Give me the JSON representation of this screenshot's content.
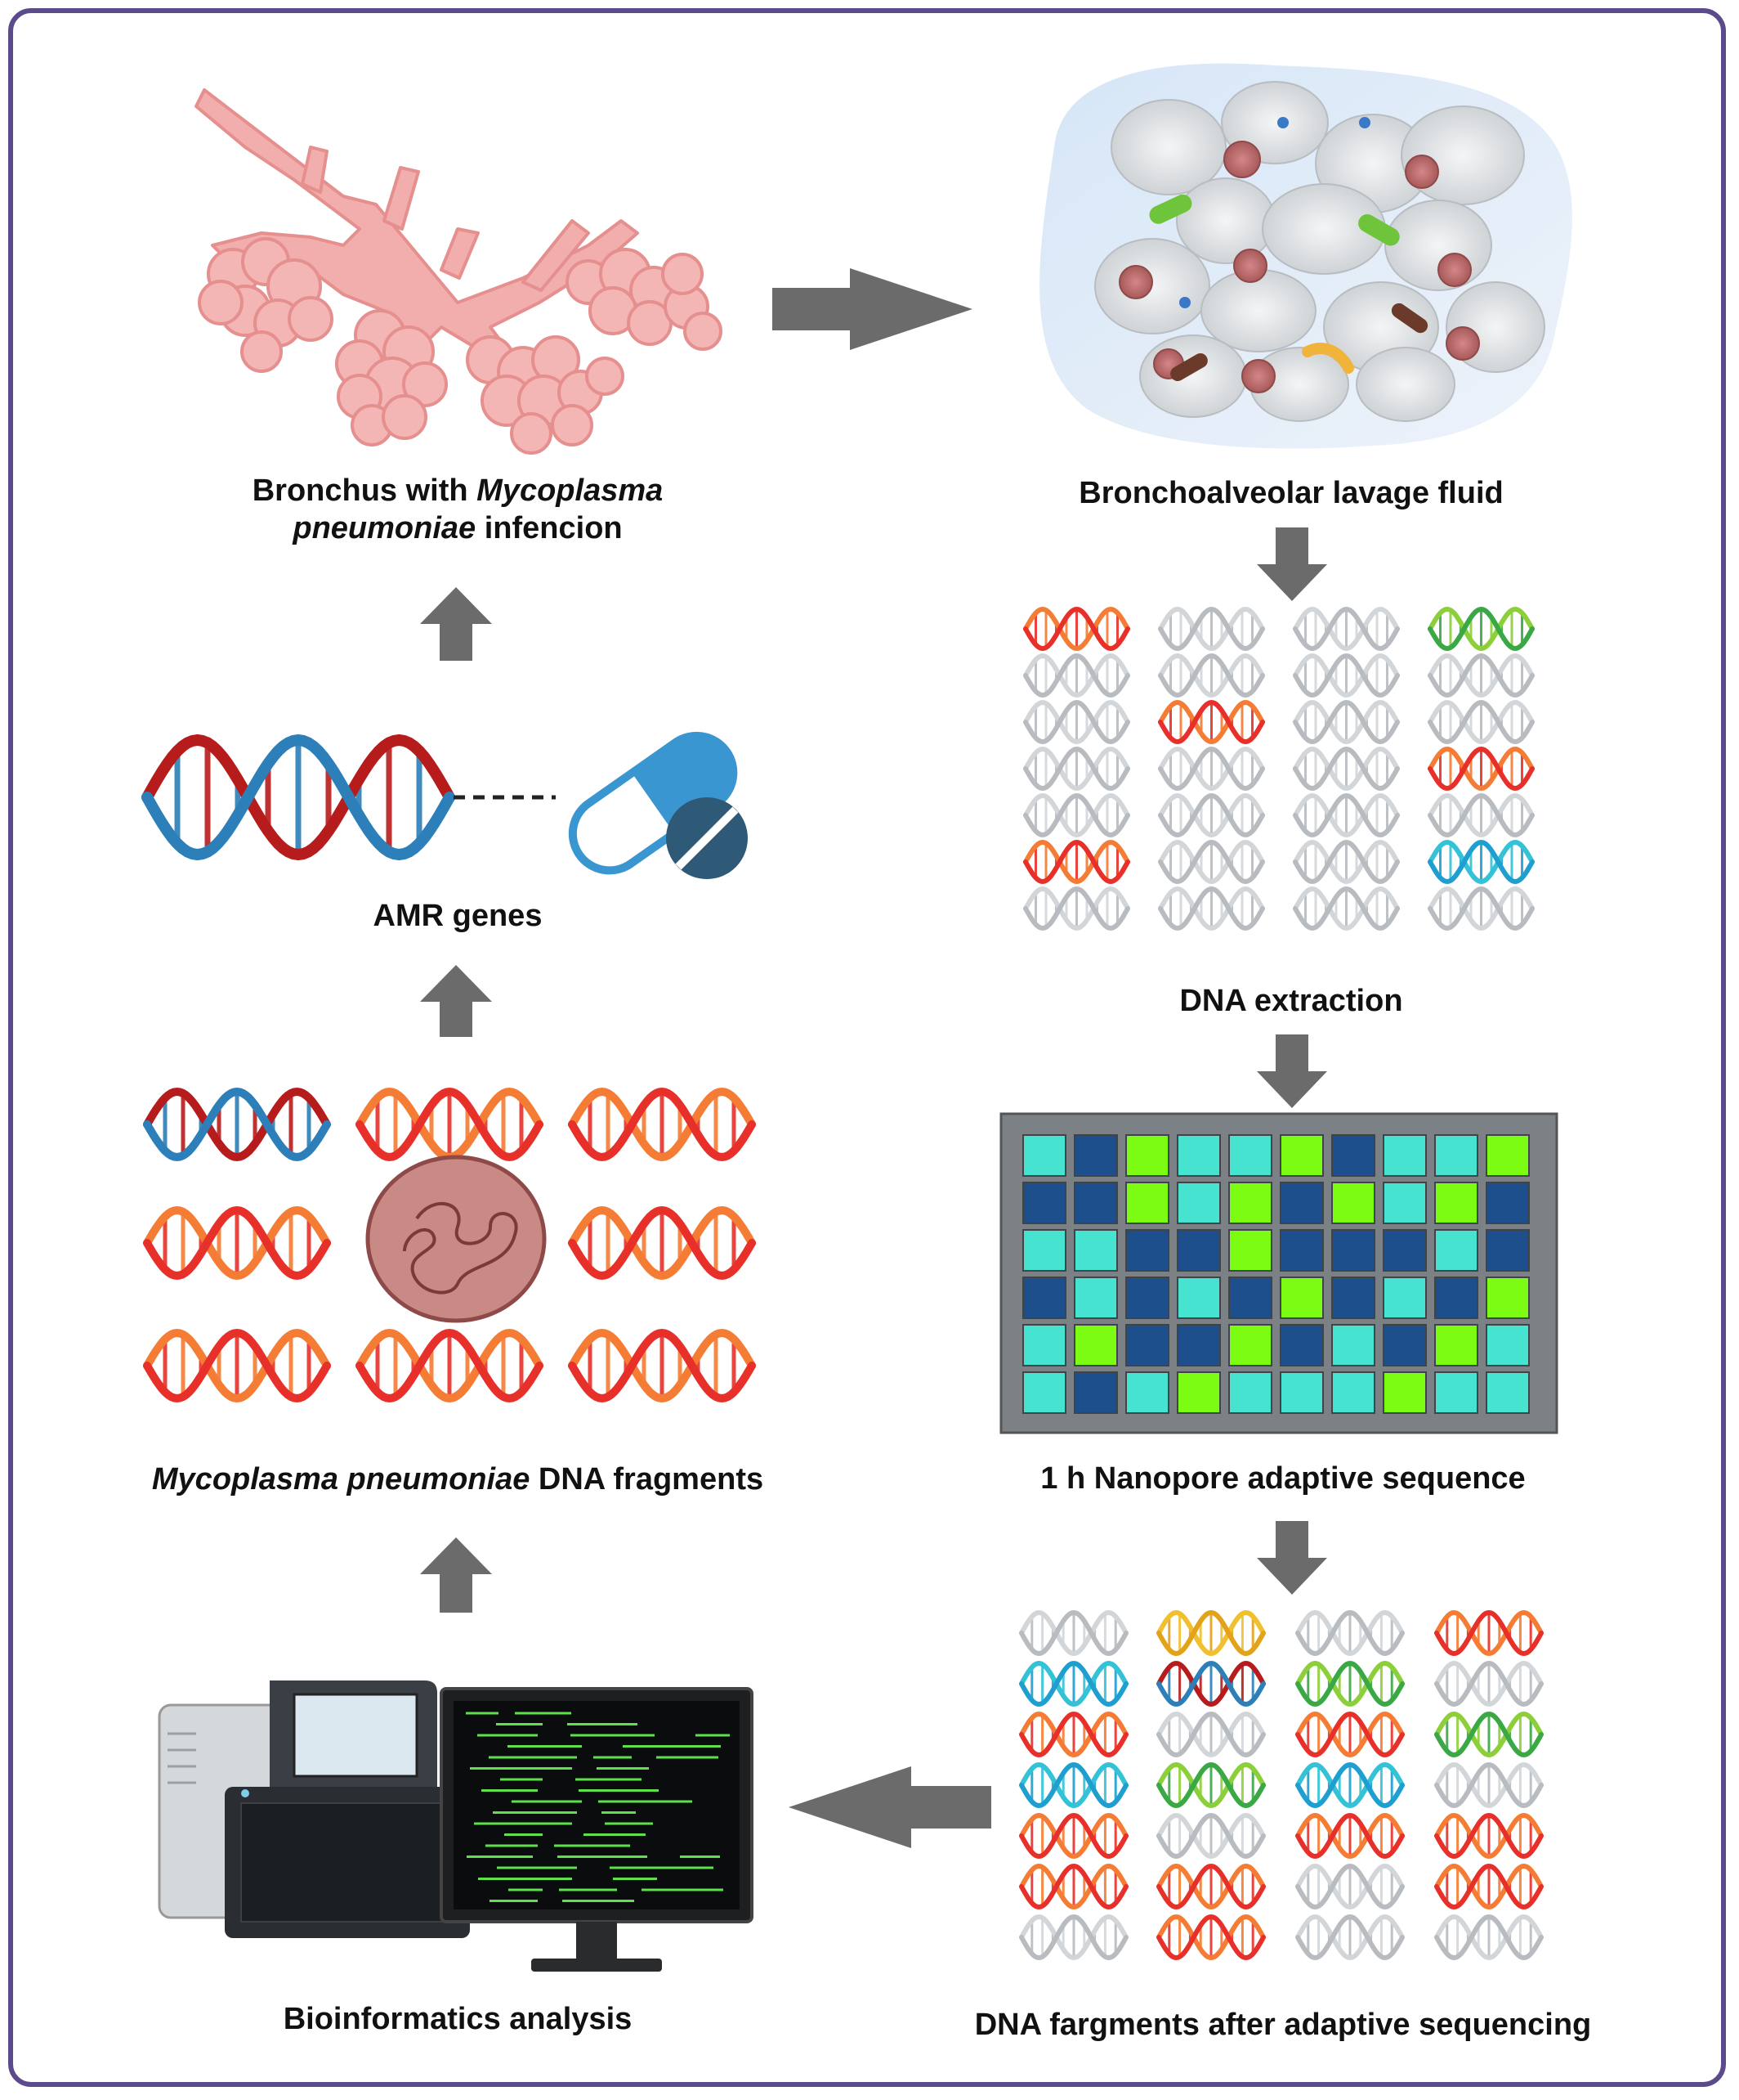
{
  "labels": {
    "bronchus_part1": "Bronchus with ",
    "bronchus_italic1": "Mycoplasma",
    "bronchus_italic2": "pneumoniae",
    "bronchus_part2": " infencion",
    "balf": "Bronchoalveolar lavage fluid",
    "dna_extraction": "DNA extraction",
    "nanopore": "1 h Nanopore adaptive sequence",
    "after_seq": "DNA fargments after adaptive sequencing",
    "bioinfo": "Bioinformatics analysis",
    "mp_italic": "Mycoplasma pneumoniae",
    "mp_rest": " DNA fragments",
    "amr": "AMR genes"
  },
  "colors": {
    "frame": "#5d4a8a",
    "arrow": "#6b6b6b",
    "lung": "#f2aeac",
    "lung_dark": "#e58f8f",
    "balf_bg": "#dfeaf6",
    "dna_red": "#e8302a",
    "dna_orange": "#f47c34",
    "dna_blue": "#2c7fb8",
    "dna_darkred": "#b71c1c",
    "dna_grey": "#b8bcc0",
    "dna_green": "#3aa845",
    "dna_teal": "#1f9fd0",
    "dna_yellow": "#e2a21a",
    "cell_dark": "#1d4f8c",
    "cell_green": "#7cfc12",
    "cell_cyan": "#46e3d0",
    "grid_bg": "#7b8184",
    "capsule": "#3a96d1",
    "pill": "#2e5a78",
    "terminal_text": "#5de04a"
  },
  "nanopore_grid": [
    [
      "cyan",
      "dark",
      "green",
      "cyan",
      "cyan",
      "green",
      "dark",
      "cyan",
      "cyan",
      "green"
    ],
    [
      "dark",
      "dark",
      "green",
      "cyan",
      "green",
      "dark",
      "green",
      "cyan",
      "green",
      "dark"
    ],
    [
      "cyan",
      "cyan",
      "dark",
      "dark",
      "green",
      "dark",
      "dark",
      "dark",
      "cyan",
      "dark"
    ],
    [
      "dark",
      "cyan",
      "dark",
      "cyan",
      "dark",
      "green",
      "dark",
      "cyan",
      "dark",
      "green"
    ],
    [
      "cyan",
      "green",
      "dark",
      "dark",
      "green",
      "dark",
      "cyan",
      "dark",
      "green",
      "cyan"
    ],
    [
      "cyan",
      "dark",
      "cyan",
      "green",
      "cyan",
      "cyan",
      "cyan",
      "green",
      "cyan",
      "cyan"
    ]
  ],
  "extraction_helices": [
    [
      "red",
      "grey",
      "grey",
      "green"
    ],
    [
      "grey",
      "grey",
      "grey",
      "grey"
    ],
    [
      "grey",
      "red",
      "grey",
      "grey"
    ],
    [
      "grey",
      "grey",
      "grey",
      "red"
    ],
    [
      "grey",
      "grey",
      "grey",
      "grey"
    ],
    [
      "red",
      "grey",
      "grey",
      "teal"
    ],
    [
      "grey",
      "grey",
      "grey",
      "grey"
    ]
  ],
  "after_helices": [
    [
      "grey",
      "yellow",
      "grey",
      "red"
    ],
    [
      "teal",
      "darkblue",
      "green",
      "grey"
    ],
    [
      "red",
      "grey",
      "red",
      "green"
    ],
    [
      "teal",
      "green",
      "teal",
      "grey"
    ],
    [
      "red",
      "grey",
      "red",
      "red"
    ],
    [
      "red",
      "red",
      "grey",
      "red"
    ],
    [
      "grey",
      "red",
      "grey",
      "grey"
    ]
  ]
}
